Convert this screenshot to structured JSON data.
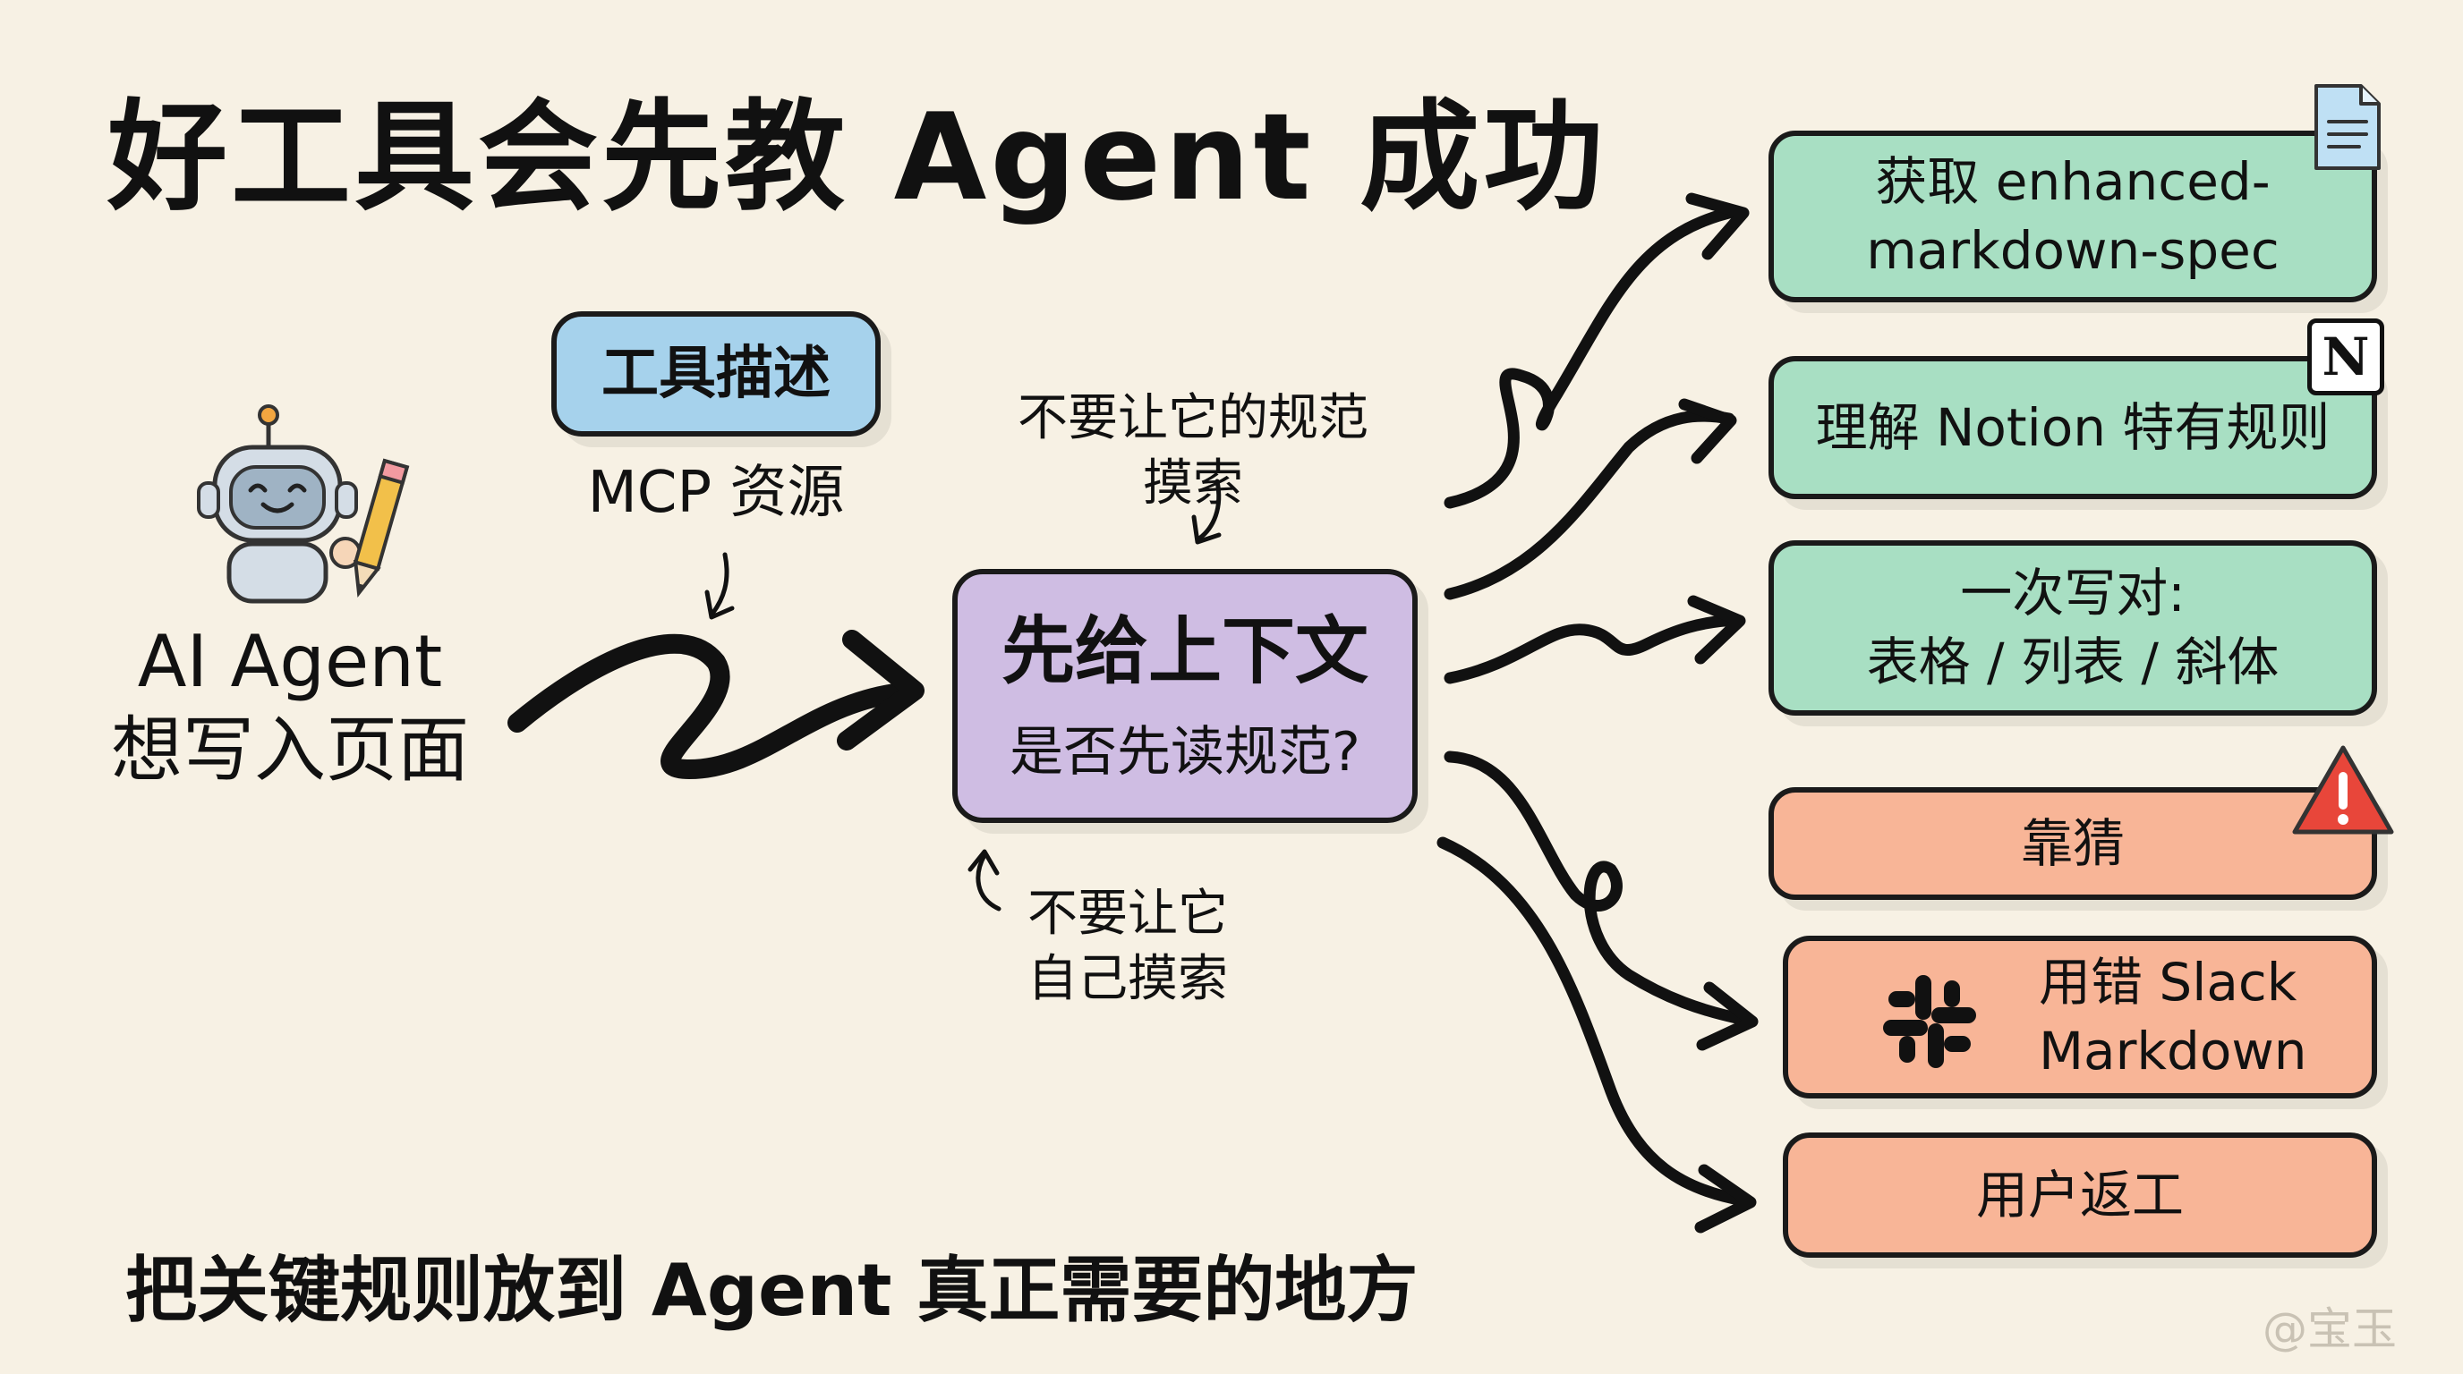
{
  "title": "好工具会先教 Agent 成功",
  "agent": {
    "line1": "AI Agent",
    "line2": "想写入页面"
  },
  "tool_chip": "工具描述",
  "mcp_label": "MCP 资源",
  "center": {
    "main": "先给上下文",
    "sub": "是否先读规范?"
  },
  "note_top": {
    "line1": "不要让它的规范",
    "line2": "摸索"
  },
  "note_bottom": {
    "line1": "不要让它",
    "line2": "自己摸索"
  },
  "outcomes_good": [
    {
      "line1": "获取 enhanced-",
      "line2": "markdown-spec"
    },
    {
      "line1": "理解 Notion 特有规则"
    },
    {
      "line1": "一次写对:",
      "line2": "表格 / 列表 / 斜体"
    }
  ],
  "outcomes_bad": [
    {
      "line1": "靠猜"
    },
    {
      "line1": "用错 Slack",
      "line2": "Markdown"
    },
    {
      "line1": "用户返工"
    }
  ],
  "notion_badge": "N",
  "warning_badge": "!",
  "footer": "把关键规则放到 Agent 真正需要的地方",
  "watermark": "@宝玉",
  "colors": {
    "background": "#f7f1e4",
    "good": "#a8dfc3",
    "bad": "#f8b597",
    "center": "#cfbde3",
    "tool": "#a6d2ec",
    "warning": "#e8463a",
    "slack": "#111111"
  },
  "icons": [
    "robot-icon",
    "pencil-icon",
    "document-icon",
    "notion-icon",
    "warning-icon",
    "slack-icon"
  ]
}
